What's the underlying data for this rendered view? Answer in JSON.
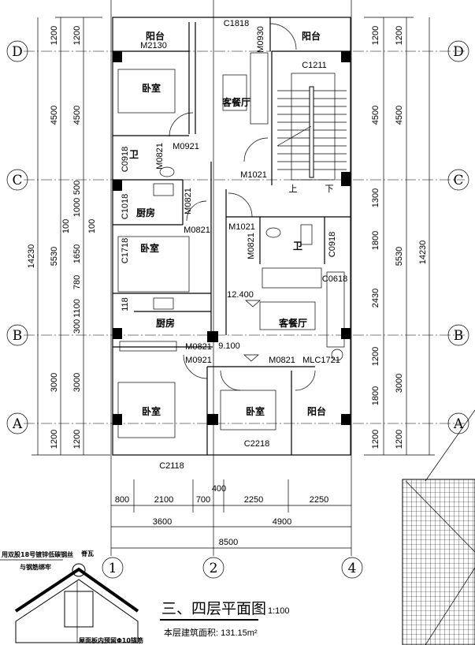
{
  "axes": {
    "rows": [
      "D",
      "C",
      "B",
      "A"
    ],
    "cols": [
      "1",
      "2",
      "4"
    ]
  },
  "rooms": [
    "阳台",
    "阳台",
    "卧室",
    "客餐厅",
    "卫",
    "厨房",
    "卧室",
    "卫",
    "厨房",
    "客餐厅",
    "卧室",
    "卧室",
    "阳台"
  ],
  "openings": [
    "M2130",
    "C1818",
    "M0930",
    "C1211",
    "M0921",
    "M0821",
    "C0918",
    "M1021",
    "M1021",
    "M0821",
    "M0821",
    "C0918",
    "M0821",
    "C0618",
    "C1718",
    "C1018",
    "118",
    "M0821",
    "M0921",
    "M0821",
    "MLC1721",
    "C2218",
    "C2118"
  ],
  "stairs": {
    "up": "上",
    "down": "下"
  },
  "elevations": [
    "12.400",
    "9.100"
  ],
  "dims_left_outer": [
    "1200",
    "4500",
    "14230",
    "5530",
    "3000",
    "1200"
  ],
  "dims_left_inner": [
    "1200",
    "4500",
    "500",
    "1000",
    "100",
    "100",
    "1650",
    "780",
    "1100",
    "300",
    "3000",
    "1200"
  ],
  "dims_right_inner": [
    "1200",
    "4500",
    "1300",
    "1800",
    "2430",
    "1200",
    "1800",
    "1200"
  ],
  "dims_right_outer": [
    "1200",
    "4500",
    "5530",
    "3000",
    "1200",
    "14230"
  ],
  "dims_bottom": {
    "row1": [
      "800",
      "2100",
      "700",
      "400",
      "2250",
      "2250"
    ],
    "row2": [
      "3600",
      "4900"
    ],
    "row3": [
      "8500"
    ]
  },
  "title": {
    "main": "三、四层平面图",
    "scale": "1:100",
    "area": "本层建筑面积: 131.15m²"
  },
  "detail": {
    "note1": "用双股18号镀锌低碳钢丝",
    "note2": "与钢筋绑牢",
    "note3": "脊瓦",
    "note4": "屋面板内预留Φ10锚筋"
  }
}
